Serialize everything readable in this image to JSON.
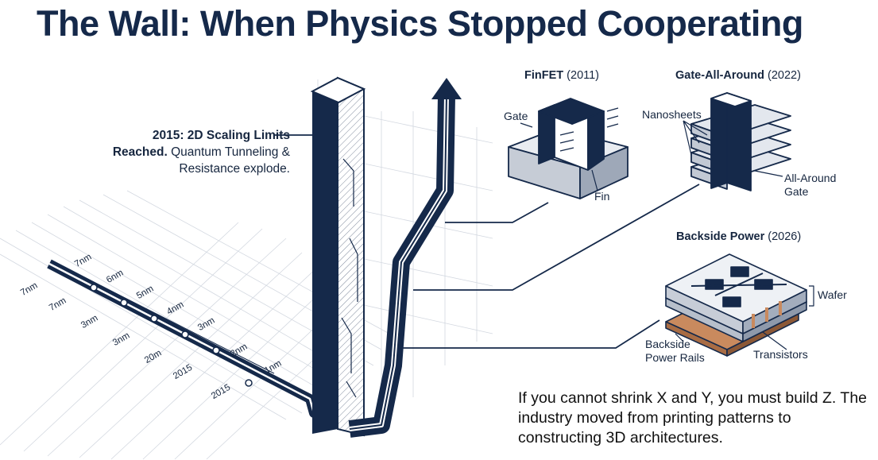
{
  "title": "The Wall: When Physics Stopped Cooperating",
  "annotation": {
    "bold": "2015: 2D Scaling Limits Reached.",
    "normal": "Quantum Tunneling & Resistance explode."
  },
  "timeline": {
    "top_row": [
      "7nm",
      "6nm",
      "5nm",
      "4nm",
      "3nm",
      "2nm",
      "1nm"
    ],
    "middle_row": [
      "7nm",
      "7nm",
      "3nm",
      "3nm",
      "20m",
      "2015"
    ],
    "bottom_row": [
      "2015"
    ]
  },
  "finfet": {
    "name": "FinFET",
    "year": "(2011)",
    "gate_label": "Gate",
    "fin_label": "Fin"
  },
  "gaa": {
    "name": "Gate-All-Around",
    "year": "(2022)",
    "nanosheets_label": "Nanosheets",
    "gate_label_line1": "All-Around",
    "gate_label_line2": "Gate"
  },
  "backside": {
    "name": "Backside Power",
    "year": "(2026)",
    "wafer_label": "Wafer",
    "rails_label_line1": "Backside",
    "rails_label_line2": "Power Rails",
    "transistors_label": "Transistors"
  },
  "conclusion": "If you cannot shrink X and Y, you must build Z. The industry moved from printing patterns to constructing 3D architectures.",
  "colors": {
    "navy": "#15294a",
    "accent": "#c98a5e",
    "grid": "#c8ced8"
  }
}
